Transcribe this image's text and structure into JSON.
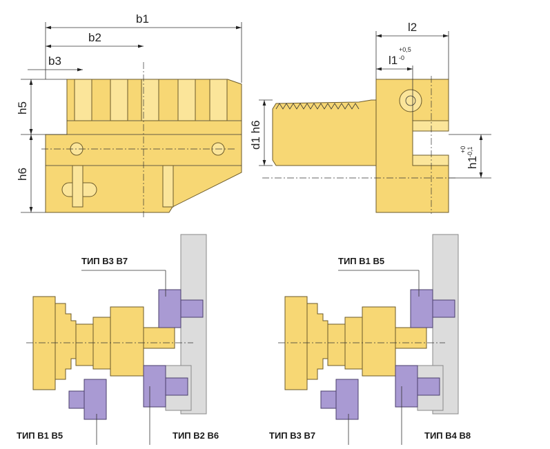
{
  "dimensions": {
    "b1": "b1",
    "b2": "b2",
    "b3": "b3",
    "h5": "h5",
    "h6": "h6",
    "l2": "l2",
    "l1": "l1",
    "l1_tol_upper": "+0,5",
    "l1_tol_lower": "-0",
    "d1": "d1 h6",
    "h1": "h1",
    "h1_tol_upper": "+0",
    "h1_tol_lower": "-0,1"
  },
  "labels": {
    "left_top": "ТИП B3 B7",
    "left_bottom_left": "ТИП B1 B5",
    "left_bottom_right": "ТИП B2 B6",
    "right_top": "ТИП B1 B5",
    "right_bottom_left": "ТИП B3 B7",
    "right_bottom_right": "ТИП B4 B8"
  },
  "colors": {
    "holder": "#f7d774",
    "tool": "#a99ad3",
    "turret": "#dcdcdc"
  }
}
